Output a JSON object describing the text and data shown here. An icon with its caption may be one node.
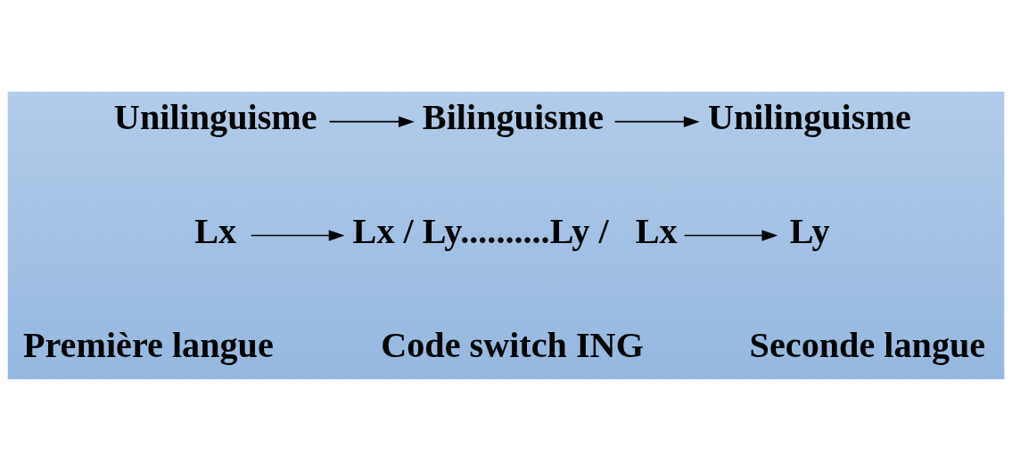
{
  "diagram": {
    "nodes": [
      {
        "text": [
          "Unilinguisme"
        ]
      },
      {
        "text": [
          "Bilinguisme"
        ]
      },
      {
        "text": [
          "Unilinguisme"
        ]
      },
      {
        "text": [
          "Lx"
        ]
      },
      {
        "text": [
          "Lx / Ly..........Ly /   Lx"
        ]
      },
      {
        "text": [
          "Ly"
        ]
      }
    ],
    "edges": [
      {
        "from": 0,
        "to": 1,
        "arrow": "to"
      },
      {
        "from": 1,
        "to": 2,
        "arrow": "to"
      },
      {
        "from": 3,
        "to": 4,
        "arrow": "to"
      },
      {
        "from": 4,
        "to": 5,
        "arrow": "to"
      }
    ],
    "labels": [
      "Première langue",
      "Code switch ING",
      "Seconde langue"
    ]
  }
}
